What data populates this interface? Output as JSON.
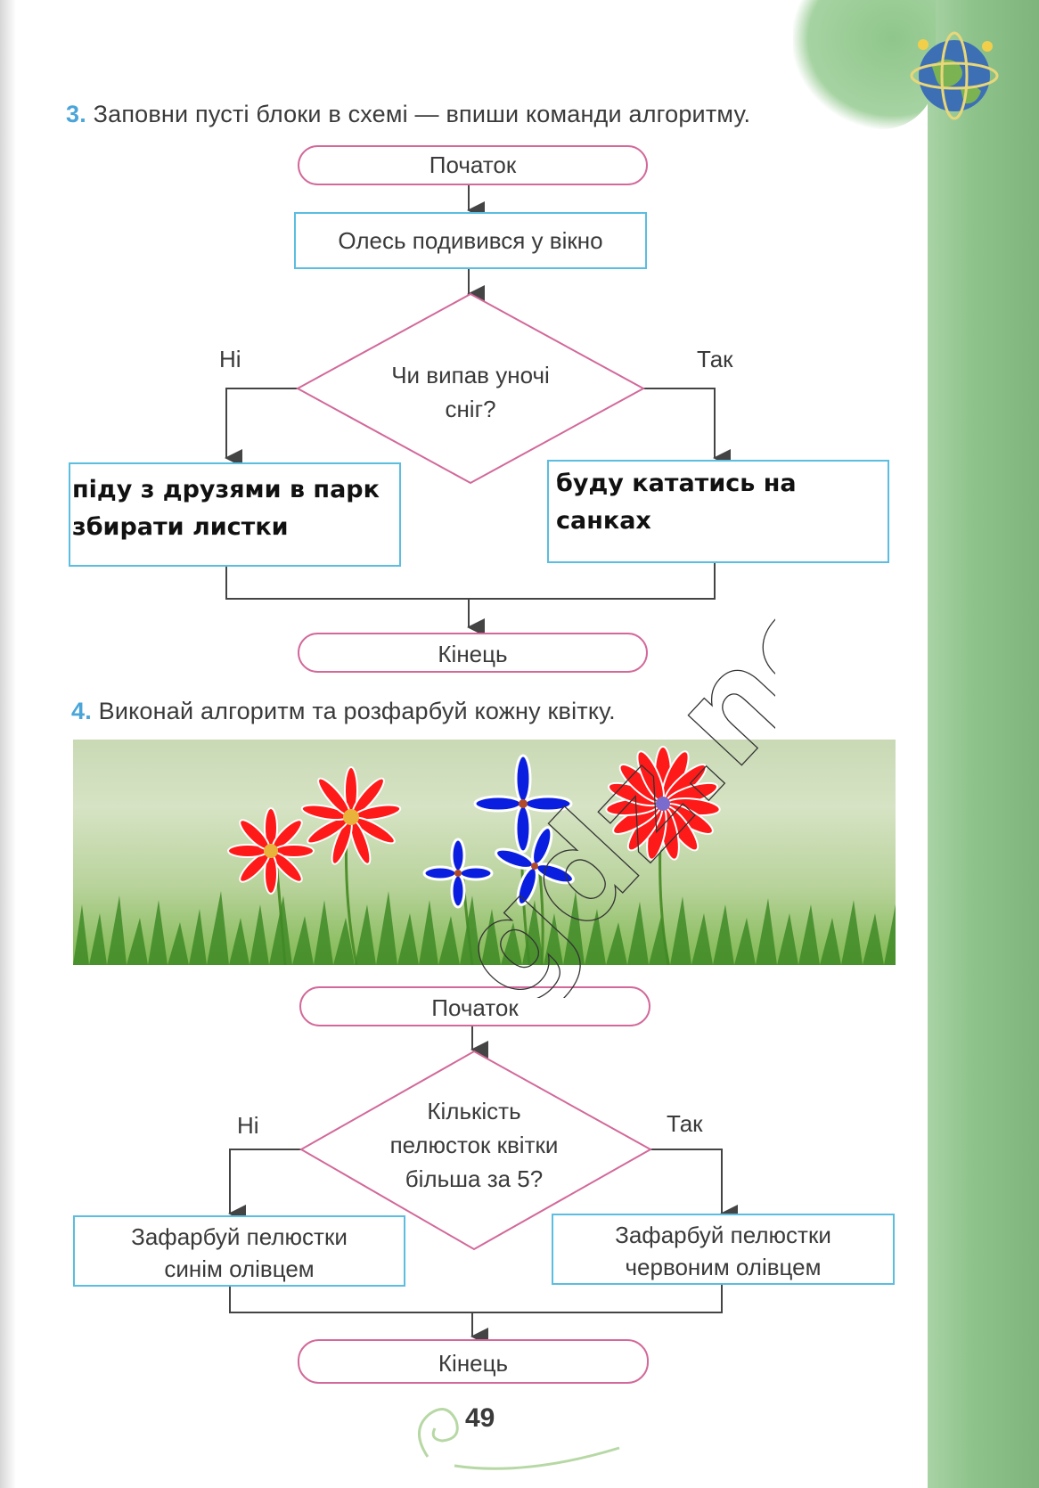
{
  "task3": {
    "number": "3.",
    "text": "Заповни пусті блоки в схемі — впиши команди алгоритму.",
    "start": "Початок",
    "step1": "Олесь подивився у вікно",
    "condition_line1": "Чи випав уночі",
    "condition_line2": "сніг?",
    "no_label": "Ні",
    "yes_label": "Так",
    "answer_no_line1": "піду з друзями в парк",
    "answer_no_line2": "збирати листки",
    "answer_yes": "буду кататись на санках",
    "end": "Кінець"
  },
  "task4": {
    "number": "4.",
    "text": "Виконай алгоритм та розфарбуй кожну квітку.",
    "start": "Початок",
    "condition_line1": "Кількість",
    "condition_line2": "пелюсток квітки",
    "condition_line3": "більша за 5?",
    "no_label": "Ні",
    "yes_label": "Так",
    "action_no_line1": "Зафарбуй пелюстки",
    "action_no_line2": "синім олівцем",
    "action_yes_line1": "Зафарбуй пелюстки",
    "action_yes_line2": "червоним олівцем",
    "end": "Кінець"
  },
  "page_number": "49",
  "watermark": "gdz.net",
  "colors": {
    "accent_number": "#4aa5d9",
    "terminal_border": "#d2699a",
    "process_border": "#5bbde0",
    "petal_red": "#ff0000",
    "petal_blue": "#0a1ee0",
    "strip_green": "#8ec38b"
  }
}
